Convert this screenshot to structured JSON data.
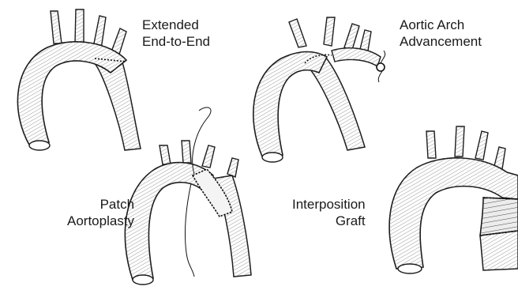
{
  "figure": {
    "panels": [
      {
        "id": "extended-end-to-end",
        "label_lines": [
          "Extended",
          "End-to-End"
        ]
      },
      {
        "id": "aortic-arch-advancement",
        "label_lines": [
          "Aortic Arch",
          "Advancement"
        ]
      },
      {
        "id": "patch-aortoplasty",
        "label_lines": [
          "Patch",
          "Aortoplasty"
        ]
      },
      {
        "id": "interposition-graft",
        "label_lines": [
          "Interposition",
          "Graft"
        ]
      }
    ]
  },
  "colors": {
    "ink": "#1a1a1a",
    "hatch": "#555555",
    "fill": "#ffffff",
    "graft": "#e8e8e8"
  }
}
